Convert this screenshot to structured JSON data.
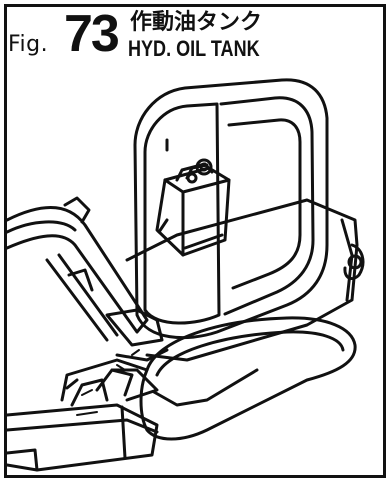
{
  "header": {
    "fig_prefix": "Fig.",
    "fig_number": "73",
    "title_ja": "作動油タンク",
    "title_en": "HYD. OIL TANK"
  },
  "illustration": {
    "subject": "excavator-with-hydraulic-oil-tank",
    "line_color": "#111111",
    "background": "#ffffff"
  }
}
